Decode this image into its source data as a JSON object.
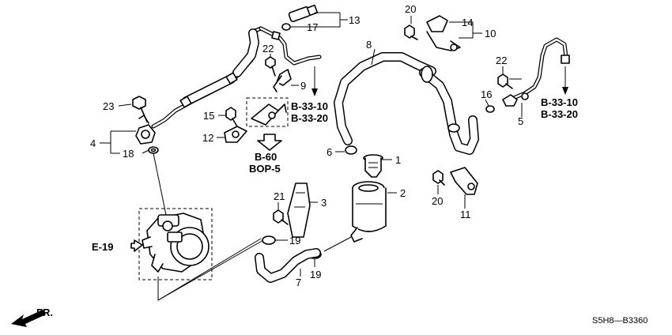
{
  "callouts": {
    "n1": "1",
    "n2": "2",
    "n3": "3",
    "n4": "4",
    "n5": "5",
    "n6": "6",
    "n7": "7",
    "n8": "8",
    "n9": "9",
    "n10": "10",
    "n11": "11",
    "n12": "12",
    "n13": "13",
    "n14": "14",
    "n15": "15",
    "n16": "16",
    "n17": "17",
    "n18": "18",
    "n19a": "19",
    "n19b": "19",
    "n20a": "20",
    "n20b": "20",
    "n21": "21",
    "n22a": "22",
    "n22b": "22",
    "n23": "23"
  },
  "references": {
    "b33_10_left": "B-33-10",
    "b33_20_left": "B-33-20",
    "b33_10_right": "B-33-10",
    "b33_20_right": "B-33-20",
    "b60": "B-60",
    "bop5": "BOP-5",
    "e19": "E-19",
    "front": "FR."
  },
  "diagram_code": "S5H8—B3360"
}
